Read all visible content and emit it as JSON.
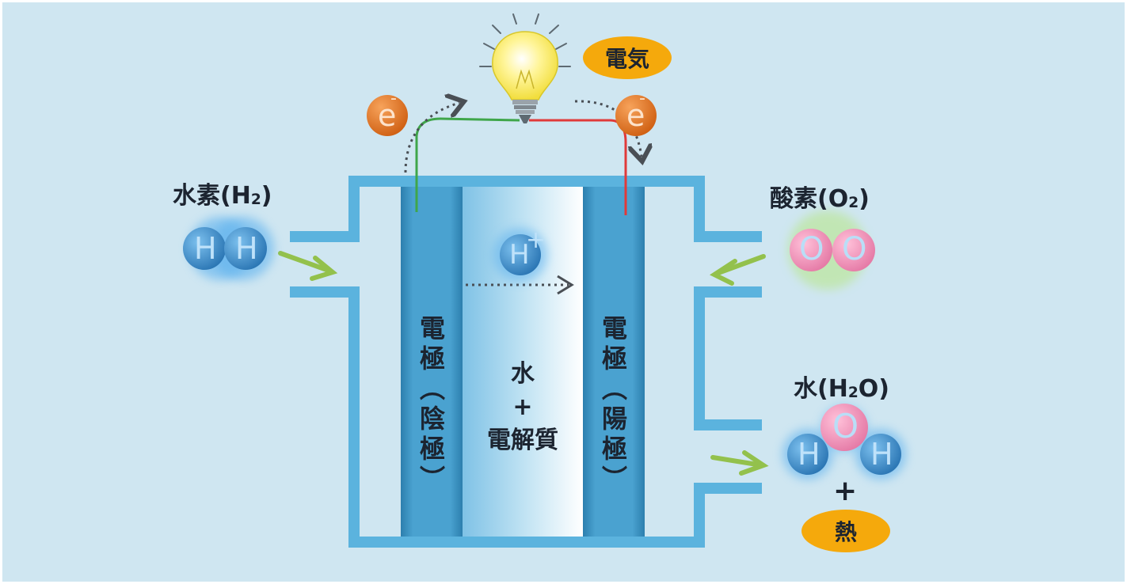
{
  "hydrogen": {
    "name": "水素",
    "formula_open": "(H",
    "formula_sub": "2",
    "formula_close": ")",
    "atom": "H"
  },
  "oxygen": {
    "name": "酸素",
    "formula_open": "(O",
    "formula_sub": "2",
    "formula_close": ")",
    "atom": "O"
  },
  "water": {
    "name": "水",
    "formula_open": "(H",
    "formula_sub": "2",
    "formula_close": "O)"
  },
  "electricity": "電気",
  "heat": "熱",
  "plus": "+",
  "electron": "e",
  "electron_charge": "-",
  "proton": {
    "letter": "H",
    "charge": "+"
  },
  "anode_label": "電極（陰極）",
  "cathode_label": "電極（陽極）",
  "electrolyte": {
    "line1": "水",
    "line2": "+",
    "line3": "電解質"
  },
  "colors": {
    "background": "#cfe6f1",
    "pipe": "#5bb3de",
    "electrode": "#3a8fbf",
    "electrode_dark": "#1f6a95",
    "hydrogen_atom": "#3d8ecb",
    "oxygen_atom": "#ef8fb6",
    "electron": "#e07a22",
    "arrow_green": "#93c14c",
    "wire_green": "#3fa64a",
    "wire_red": "#e03a3a",
    "highlight": "#f5a90c"
  }
}
